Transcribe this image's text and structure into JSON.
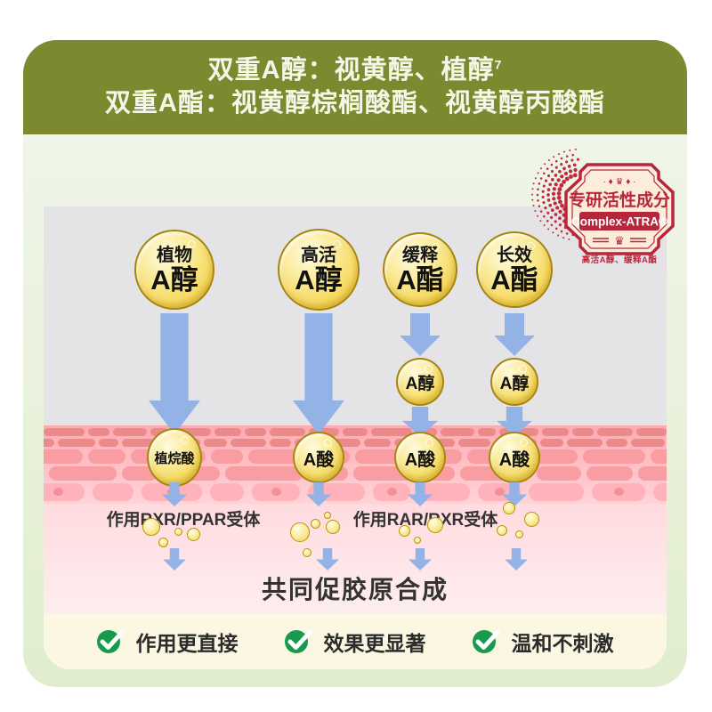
{
  "header": {
    "line1": "双重A醇：视黄醇、植醇",
    "line1_sup": "7",
    "line2": "双重A酯：视黄醇棕榈酸酯、视黄醇丙酸酯"
  },
  "badge": {
    "top_ornament": "· ♦ ♛ ♦ ·",
    "title": "专研活性成分",
    "subtitle": "Complex-ATRA®",
    "bottom_ornament": "♛",
    "caption": "高活A醇、缓释A酯"
  },
  "columns": [
    {
      "top_label": "植物",
      "top_name": "A醇",
      "band_label": "植烷酸"
    },
    {
      "top_label": "高活",
      "top_name": "A醇",
      "band_label": "A酸"
    },
    {
      "top_label": "缓释",
      "top_name": "A酯",
      "mid_label": "A醇",
      "band_label": "A酸"
    },
    {
      "top_label": "长效",
      "top_name": "A酯",
      "mid_label": "A醇",
      "band_label": "A酸"
    }
  ],
  "receptors": {
    "left": "作用RXR/PPAR受体",
    "right": "作用RAR/RXR受体"
  },
  "conclusion": "共同促胶原合成",
  "benefits": [
    {
      "label": "作用更直接"
    },
    {
      "label": "效果更显著"
    },
    {
      "label": "温和不刺激"
    }
  ],
  "colors": {
    "header_olive": "#7c892f",
    "panel_gray": "#e4e4e6",
    "arrow_blue": "#93b2e5",
    "gold": "#f6dc69",
    "badge_red": "#b8263c",
    "check_green": "#189a4e",
    "skin_pink": "#ffc6cb",
    "cream": "#fbf7e2"
  }
}
